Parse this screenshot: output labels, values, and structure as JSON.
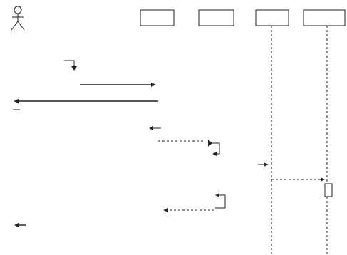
{
  "diagram": {
    "title": "",
    "actor": {
      "name": "",
      "icon": "stick-figure-icon"
    },
    "lifelines": [
      {
        "id": "ll1",
        "label": ""
      },
      {
        "id": "ll2",
        "label": ""
      },
      {
        "id": "ll3",
        "label": ""
      },
      {
        "id": "ll4",
        "label": ""
      }
    ],
    "messages": [
      {
        "id": "m1",
        "label": ""
      },
      {
        "id": "m2",
        "label": ""
      },
      {
        "id": "m3",
        "label": ""
      },
      {
        "id": "m4",
        "label": ""
      },
      {
        "id": "m5",
        "label": ""
      },
      {
        "id": "m6",
        "label": ""
      },
      {
        "id": "m7",
        "label": ""
      },
      {
        "id": "m8",
        "label": ""
      },
      {
        "id": "m9",
        "label": ""
      },
      {
        "id": "m10",
        "label": ""
      },
      {
        "id": "m11",
        "label": ""
      }
    ]
  }
}
